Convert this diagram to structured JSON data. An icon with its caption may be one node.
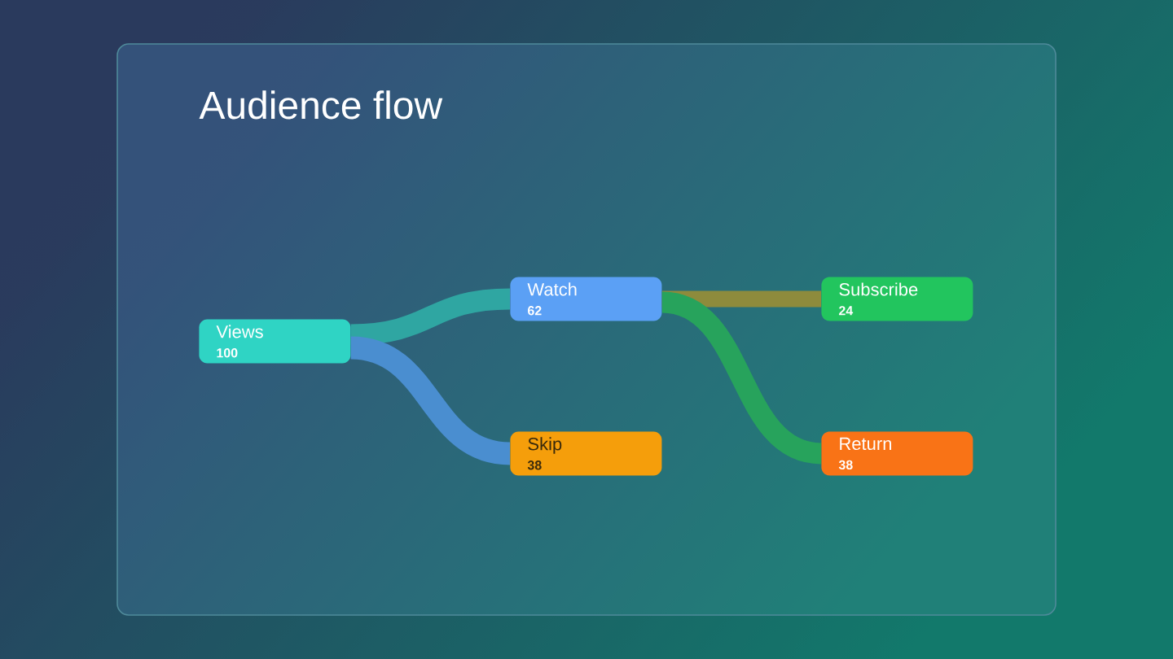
{
  "diagram": {
    "title": "Audience flow",
    "nodes": [
      {
        "text": [
          "Views",
          "100"
        ]
      },
      {
        "text": [
          "Watch",
          "62"
        ]
      },
      {
        "text": [
          "Skip",
          "38"
        ]
      },
      {
        "text": [
          "Subscribe",
          "24"
        ]
      },
      {
        "text": [
          "Return",
          "38"
        ]
      }
    ],
    "edges": [
      {
        "from": 0,
        "to": 1,
        "arrow": "none",
        "color": "#2fa6a2"
      },
      {
        "from": 0,
        "to": 2,
        "arrow": "none",
        "color": "#4a8ed0"
      },
      {
        "from": 1,
        "to": 3,
        "arrow": "none",
        "color": "#8e8b3c"
      },
      {
        "from": 1,
        "to": 4,
        "arrow": "none",
        "color": "#27a35c"
      }
    ]
  }
}
